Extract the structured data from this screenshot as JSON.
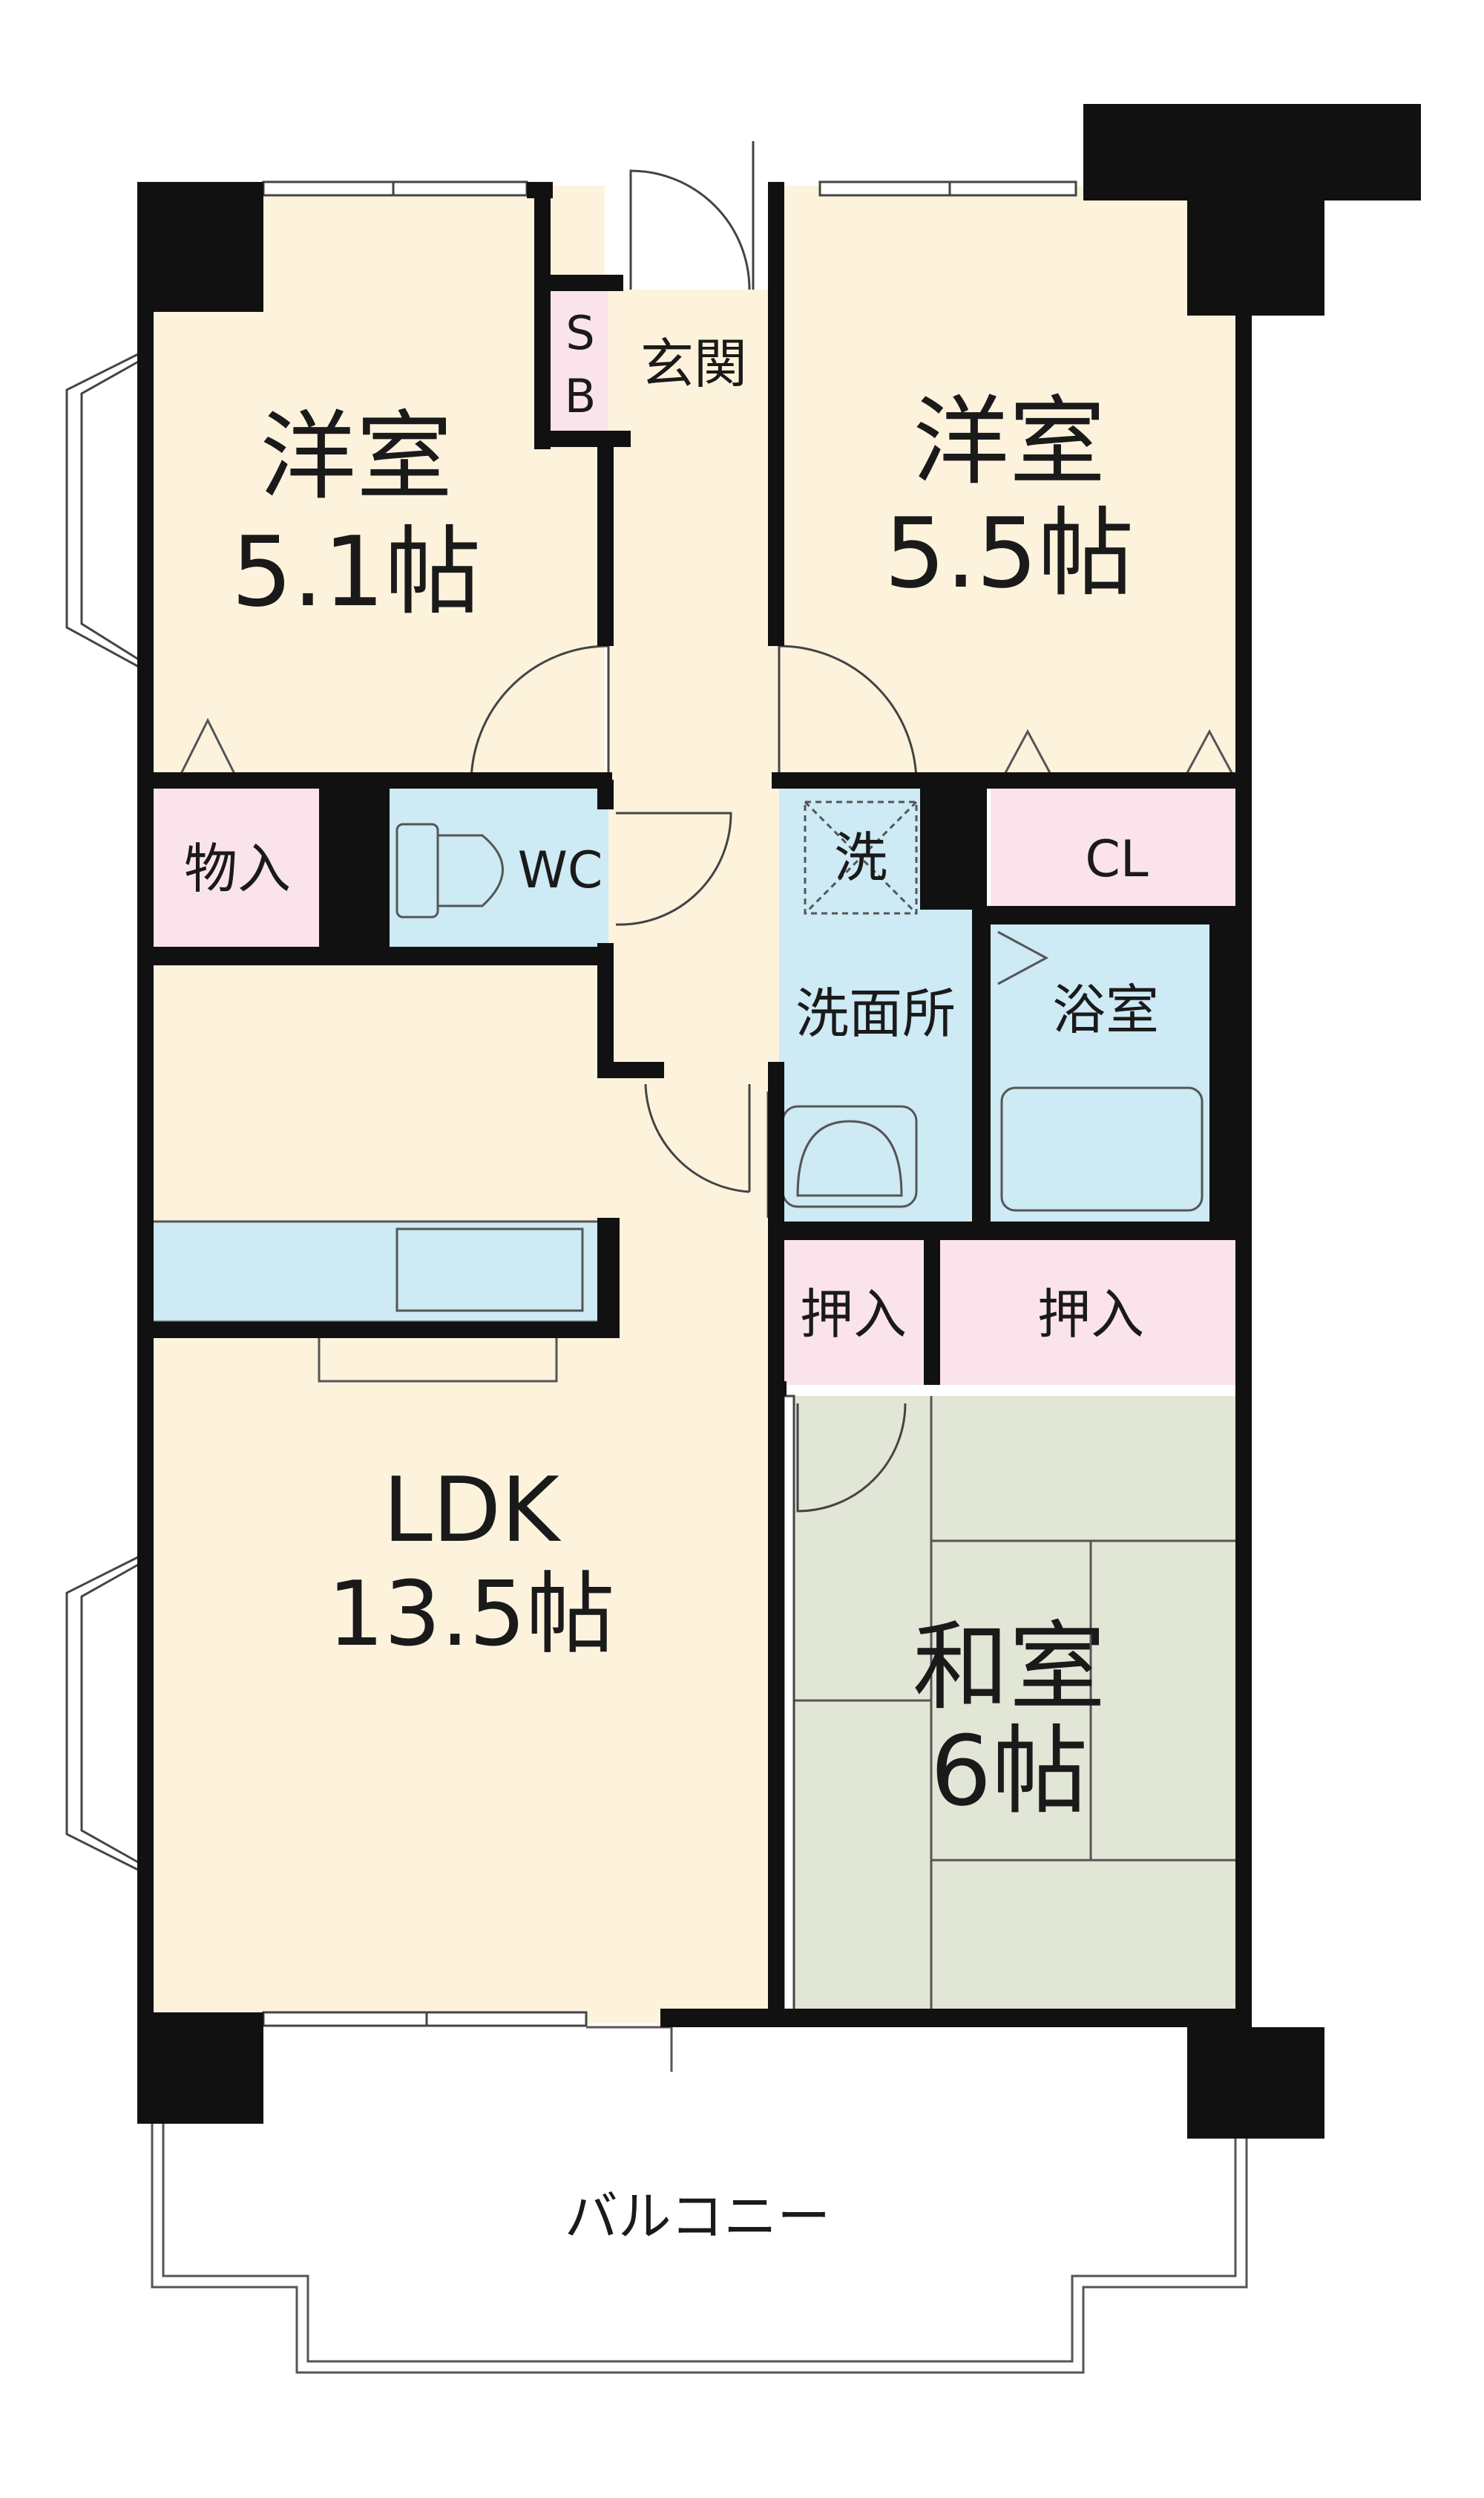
{
  "rooms": {
    "western_left": {
      "name": "洋室",
      "size": "5.1帖"
    },
    "western_right": {
      "name": "洋室",
      "size": "5.5帖"
    },
    "ldk": {
      "name": "LDK",
      "size": "13.5帖"
    },
    "japanese": {
      "name": "和室",
      "size": "6帖"
    }
  },
  "labels": {
    "shoebox_s": "S",
    "shoebox_b": "B",
    "entrance": "玄関",
    "storage": "物入",
    "wc": "WC",
    "washer": "洗",
    "closet": "CL",
    "washroom": "洗面所",
    "bathroom": "浴室",
    "oshiire_small": "押入",
    "oshiire_large": "押入",
    "balcony": "バルコニー"
  },
  "colors": {
    "western_floor": "#fdf3dd",
    "wet_area": "#cdeaf5",
    "storage_pink": "#fbe3ec",
    "tatami": "#e1e6d6",
    "wall": "#111111"
  }
}
